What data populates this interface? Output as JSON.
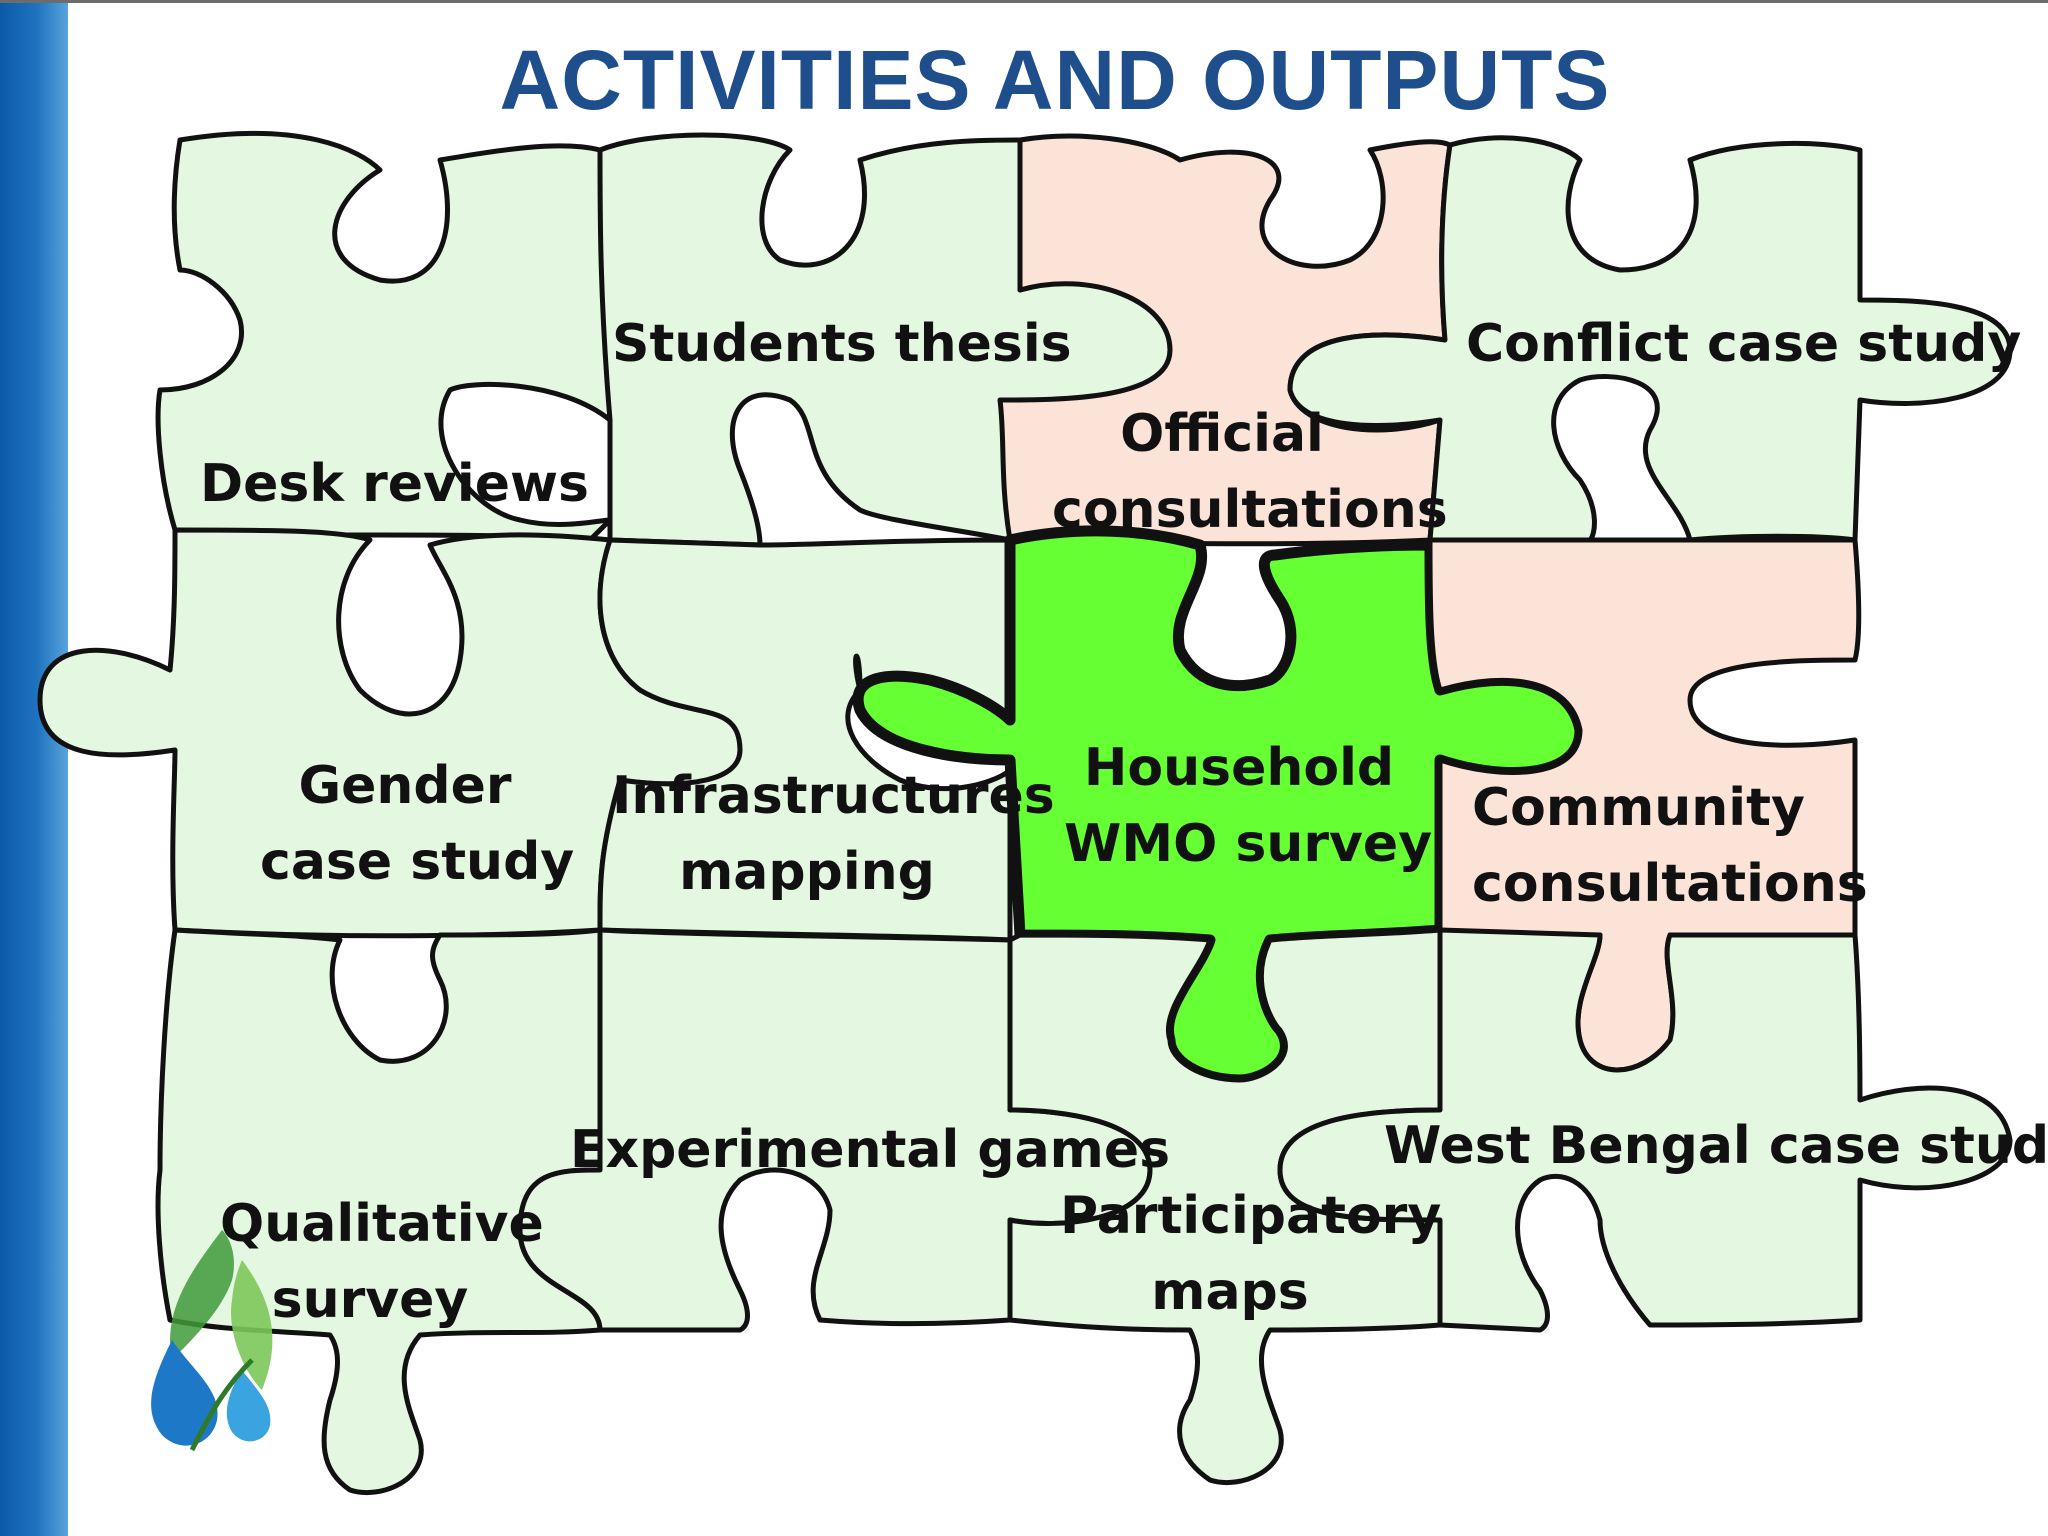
{
  "title": "ACTIVITIES AND OUTPUTS",
  "colors": {
    "title": "#1f4e8c",
    "piece_green": "#e4f7e0",
    "piece_peach": "#fbe3d8",
    "piece_highlight": "#66ff33",
    "outline": "#111111",
    "side_bar": "#0b5aa8"
  },
  "pieces": [
    {
      "id": "desk-reviews",
      "lines": [
        "Desk reviews"
      ],
      "color": "green"
    },
    {
      "id": "students-thesis",
      "lines": [
        "Students thesis"
      ],
      "color": "green"
    },
    {
      "id": "official-consultations",
      "lines": [
        "Official",
        "consultations"
      ],
      "color": "peach"
    },
    {
      "id": "conflict-case-study",
      "lines": [
        "Conflict case study"
      ],
      "color": "green"
    },
    {
      "id": "gender-case-study",
      "lines": [
        "Gender",
        "case study"
      ],
      "color": "green"
    },
    {
      "id": "infrastructures-mapping",
      "lines": [
        "Infrastructures",
        "mapping"
      ],
      "color": "green"
    },
    {
      "id": "household-wmo-survey",
      "lines": [
        "Household",
        "WMO survey"
      ],
      "color": "highlight"
    },
    {
      "id": "community-consultations",
      "lines": [
        "Community",
        "consultations"
      ],
      "color": "peach"
    },
    {
      "id": "qualitative-survey",
      "lines": [
        "Qualitative",
        "survey"
      ],
      "color": "green"
    },
    {
      "id": "experimental-games",
      "lines": [
        "Experimental games"
      ],
      "color": "green"
    },
    {
      "id": "participatory-maps",
      "lines": [
        "Participatory",
        "maps"
      ],
      "color": "green"
    },
    {
      "id": "west-bengal-case-study",
      "lines": [
        "West Bengal case study"
      ],
      "color": "green"
    }
  ],
  "logo_icon": "water-leaf-logo-icon"
}
